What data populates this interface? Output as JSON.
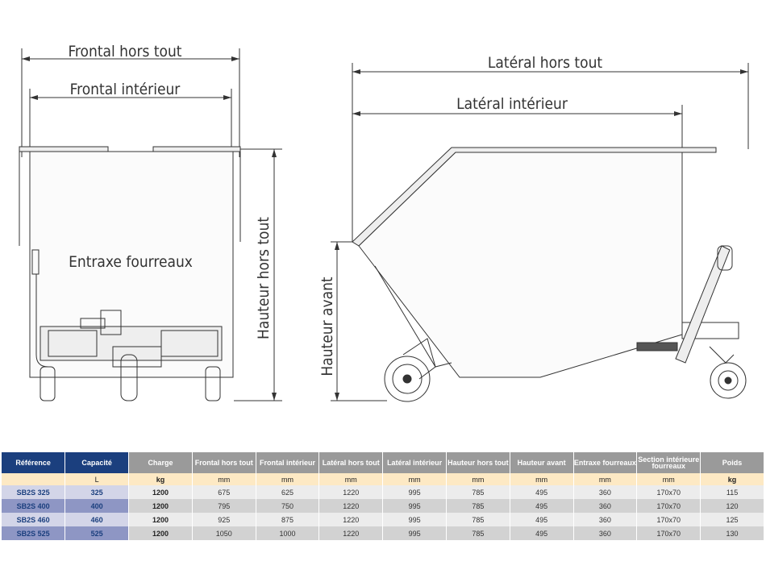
{
  "drawing": {
    "front_view": {
      "frontal_hors_tout": "Frontal hors tout",
      "frontal_interieur": "Frontal intérieur",
      "entraxe_fourreaux": "Entraxe fourreaux",
      "hauteur_hors_tout": "Hauteur hors tout"
    },
    "side_view": {
      "lateral_hors_tout": "Latéral hors tout",
      "lateral_interieur": "Latéral intérieur",
      "hauteur_avant": "Hauteur avant"
    }
  },
  "table": {
    "headers": [
      "Référence",
      "Capacité",
      "Charge",
      "Frontal hors tout",
      "Frontal intérieur",
      "Latéral hors tout",
      "Latéral intérieur",
      "Hauteur hors tout",
      "Hauteur avant",
      "Entraxe fourreaux",
      "Section intérieure fourreaux",
      "Poids"
    ],
    "units": [
      "",
      "L",
      "kg",
      "mm",
      "mm",
      "mm",
      "mm",
      "mm",
      "mm",
      "mm",
      "mm",
      "kg"
    ],
    "rows": [
      [
        "SB2S 325",
        "325",
        "1200",
        "675",
        "625",
        "1220",
        "995",
        "785",
        "495",
        "360",
        "170x70",
        "115"
      ],
      [
        "SB2S 400",
        "400",
        "1200",
        "795",
        "750",
        "1220",
        "995",
        "785",
        "495",
        "360",
        "170x70",
        "120"
      ],
      [
        "SB2S 460",
        "460",
        "1200",
        "925",
        "875",
        "1220",
        "995",
        "785",
        "495",
        "360",
        "170x70",
        "125"
      ],
      [
        "SB2S 525",
        "525",
        "1200",
        "1050",
        "1000",
        "1220",
        "995",
        "785",
        "495",
        "360",
        "170x70",
        "130"
      ]
    ]
  },
  "colors": {
    "header_blue": "#1b3f7e",
    "header_grey": "#9a9a9a",
    "units_bg": "#fde9c4"
  }
}
